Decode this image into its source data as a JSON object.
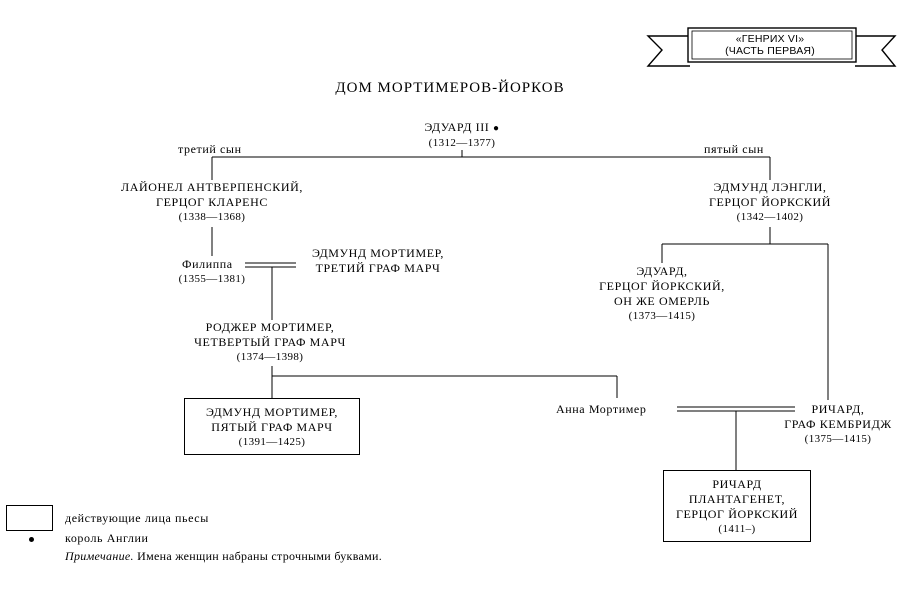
{
  "banner": {
    "line1": "«ГЕНРИХ VI»",
    "line2": "(ЧАСТЬ ПЕРВАЯ)"
  },
  "title": "ДОМ МОРТИМЕРОВ-ЙОРКОВ",
  "nodes": {
    "edward3": {
      "name": "ЭДУАРД III",
      "dates": "(1312—1377)"
    },
    "lionel": {
      "name_line1": "ЛАЙОНЕЛ АНТВЕРПЕНСКИЙ,",
      "name_line2": "ГЕРЦОГ КЛАРЕНС",
      "dates": "(1338—1368)"
    },
    "edmund_langley": {
      "name_line1": "ЭДМУНД ЛЭНГЛИ,",
      "name_line2": "ГЕРЦОГ ЙОРКСКИЙ",
      "dates": "(1342—1402)"
    },
    "philippa": {
      "name": "Филиппа",
      "dates": "(1355—1381)"
    },
    "edmund_mortimer_3": {
      "name_line1": "ЭДМУНД МОРТИМЕР,",
      "name_line2": "ТРЕТИЙ ГРАФ МАРЧ"
    },
    "edward_york": {
      "name_line1": "ЭДУАРД,",
      "name_line2": "ГЕРЦОГ ЙОРКСКИЙ,",
      "name_line3": "ОН ЖЕ ОМЕРЛЬ",
      "dates": "(1373—1415)"
    },
    "roger_mortimer": {
      "name_line1": "РОДЖЕР МОРТИМЕР,",
      "name_line2": "ЧЕТВЕРТЫЙ ГРАФ МАРЧ",
      "dates": "(1374—1398)"
    },
    "edmund_mortimer_5": {
      "name_line1": "ЭДМУНД МОРТИМЕР,",
      "name_line2": "ПЯТЫЙ ГРАФ МАРЧ",
      "dates": "(1391—1425)"
    },
    "anna_mortimer": {
      "name": "Анна Мортимер"
    },
    "richard_cambridge": {
      "name_line1": "РИЧАРД,",
      "name_line2": "ГРАФ КЕМБРИДЖ",
      "dates": "(1375—1415)"
    },
    "richard_plantagenet": {
      "name_line1": "РИЧАРД",
      "name_line2": "ПЛАНТАГЕНЕТ,",
      "name_line3": "ГЕРЦОГ ЙОРКСКИЙ",
      "dates": "(1411–)"
    }
  },
  "branch_labels": {
    "third_son": "третий сын",
    "fifth_son": "пятый сын"
  },
  "legend": {
    "box_text": "действующие лица пьесы",
    "dot_text": "король Англии",
    "note_label": "Примечание.",
    "note_text": "Имена женщин набраны строчными буквами."
  }
}
